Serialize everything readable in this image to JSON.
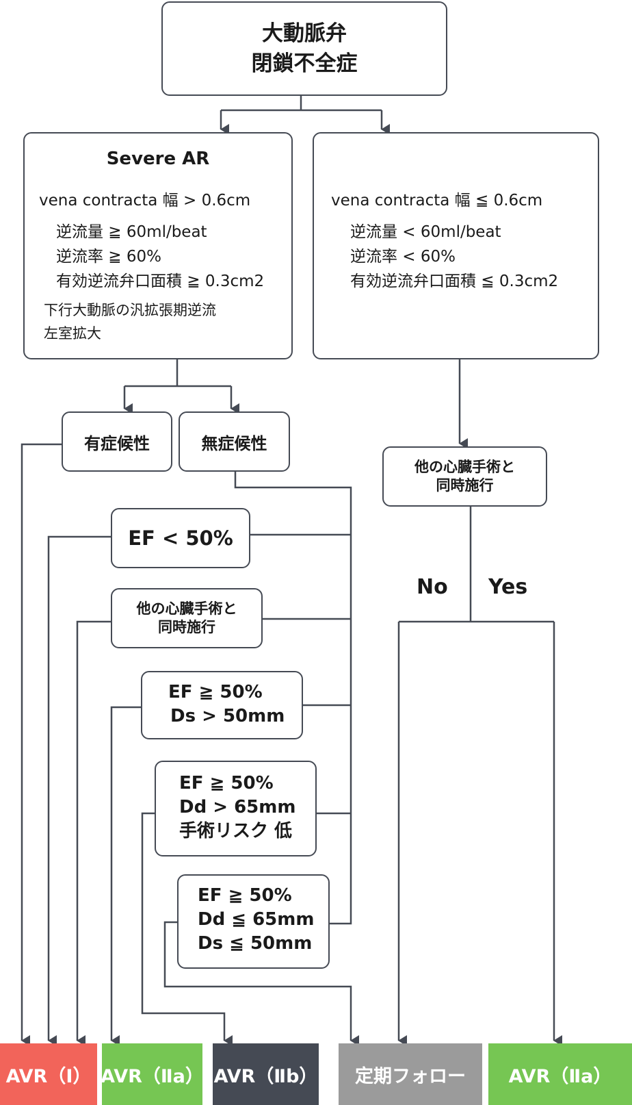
{
  "title": [
    "大動脈弁",
    "閉鎖不全症"
  ],
  "severe_box": {
    "title": "Severe AR",
    "vena": "vena contracta 幅 > 0.6cm",
    "criteria": [
      "逆流量 ≧ 60ml/beat",
      "逆流率 ≧ 60%",
      "有効逆流弁口面積 ≧ 0.3cm2"
    ],
    "extra": [
      "下行大動脈の汎拡張期逆流",
      "左室拡大"
    ]
  },
  "mild_box": {
    "vena": "vena contracta 幅 ≦ 0.6cm",
    "criteria": [
      "逆流量 < 60ml/beat",
      "逆流率 < 60%",
      "有効逆流弁口面積 ≦ 0.3cm2"
    ]
  },
  "symptomatic": "有症候性",
  "asymptomatic": "無症候性",
  "other_surgery_right": [
    "他の心臓手術と",
    "同時施行"
  ],
  "branch_no": "No",
  "branch_yes": "Yes",
  "ef_lt50": "EF < 50%",
  "other_surgery_left": [
    "他の心臓手術と",
    "同時施行"
  ],
  "ef_ds": [
    "EF ≧ 50%",
    "Ds > 50mm"
  ],
  "ef_dd_risk": [
    "EF ≧ 50%",
    "Dd > 65mm",
    "手術リスク 低"
  ],
  "ef_dd_ds": [
    "EF ≧ 50%",
    "Dd ≦ 65mm",
    "Ds ≦ 50mm"
  ],
  "outcomes": [
    {
      "label": "AVR（Ⅰ）",
      "color": "#f2645a"
    },
    {
      "label": "AVR（Ⅱa）",
      "color": "#76c653"
    },
    {
      "label": "AVR（Ⅱb）",
      "color": "#454a54"
    },
    {
      "label": "定期フォロー",
      "color": "#9b9b9b"
    },
    {
      "label": "AVR（Ⅱa）",
      "color": "#76c653"
    }
  ],
  "colors": {
    "line": "#454a54"
  }
}
